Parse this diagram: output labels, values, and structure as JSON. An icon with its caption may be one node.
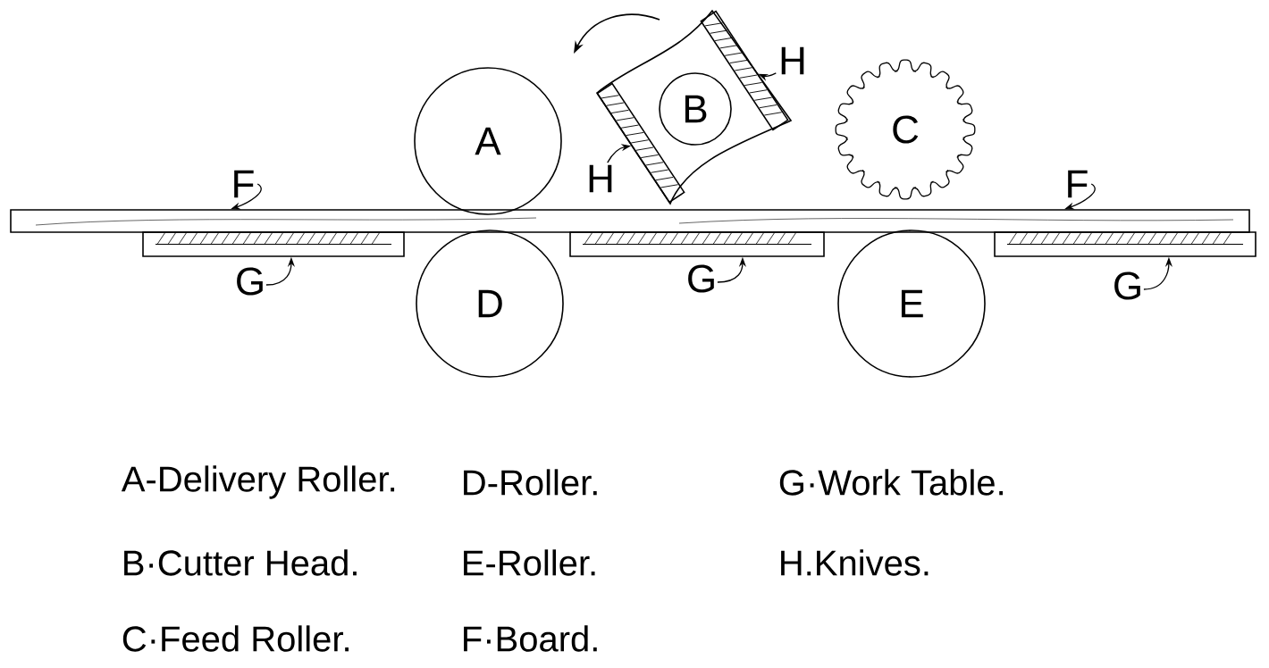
{
  "diagram": {
    "nodes": [
      {
        "text": [
          "A"
        ]
      },
      {
        "text": [
          "B"
        ]
      },
      {
        "text": [
          "C"
        ]
      },
      {
        "text": [
          "D"
        ]
      },
      {
        "text": [
          "E"
        ]
      },
      {
        "text": [],
        "shape": "bar"
      },
      {
        "text": [],
        "shape": "bar"
      },
      {
        "text": [],
        "shape": "bar"
      },
      {
        "text": [],
        "shape": "bar"
      },
      {
        "text": [],
        "shape": "bar"
      },
      {
        "text": [],
        "shape": "bar"
      },
      {
        "text": [
          "F"
        ]
      },
      {
        "text": [
          "F"
        ]
      },
      {
        "text": [
          "G"
        ]
      },
      {
        "text": [
          "G"
        ]
      },
      {
        "text": [
          "G"
        ]
      },
      {
        "text": [
          "H"
        ]
      },
      {
        "text": [
          "H"
        ]
      }
    ],
    "edges": [
      {
        "from": 11,
        "to": 5,
        "arrow": "to"
      },
      {
        "from": 12,
        "to": 5,
        "arrow": "to"
      },
      {
        "from": 13,
        "to": 6,
        "arrow": "to"
      },
      {
        "from": 14,
        "to": 7,
        "arrow": "to"
      },
      {
        "from": 15,
        "to": 8,
        "arrow": "to"
      },
      {
        "from": 16,
        "to": 9,
        "arrow": "to"
      },
      {
        "from": 17,
        "to": 10,
        "arrow": "to"
      }
    ],
    "labels": [
      "A-Delivery Roller.",
      "D-Roller.",
      "G·Work Table.",
      "B·Cutter Head.",
      "E-Roller.",
      "H.Knives.",
      "C·Feed Roller.",
      "F·Board."
    ]
  }
}
